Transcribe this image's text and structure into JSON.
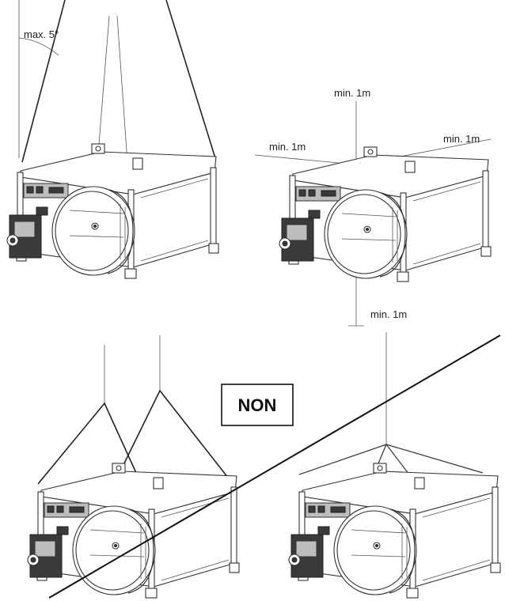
{
  "labels": {
    "max_angle": "max. 5°",
    "clearance_top": "min. 1m",
    "clearance_left": "min. 1m",
    "clearance_right": "min. 1m",
    "clearance_bottom": "min. 1m",
    "wrong_label": "NON"
  }
}
